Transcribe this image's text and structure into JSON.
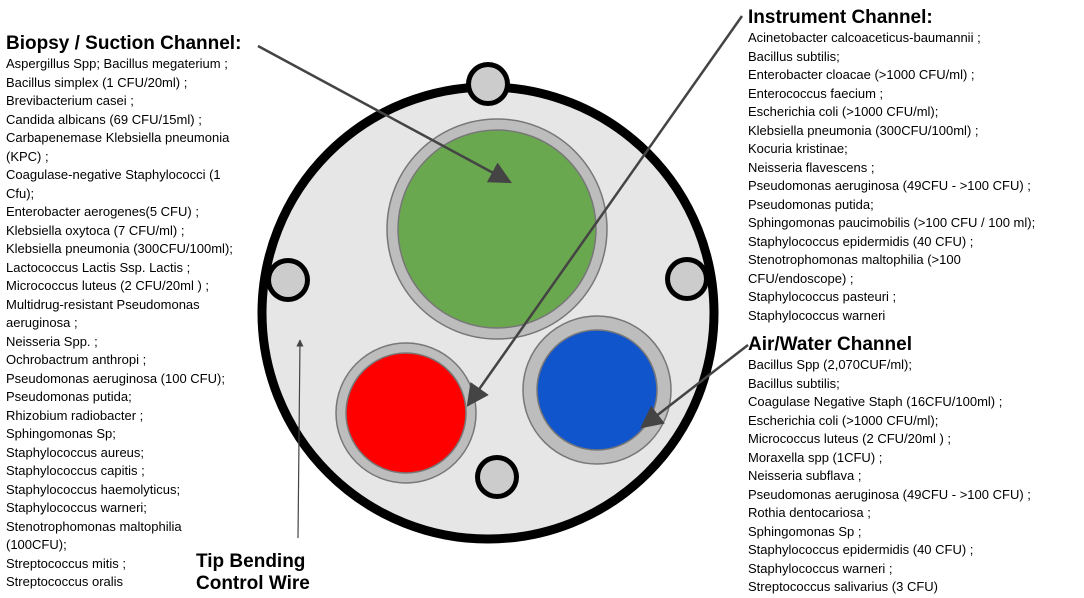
{
  "colors": {
    "endoscope_body": "#e6e6e6",
    "outline": "#000000",
    "channel_ring": "#bdbdbd",
    "biopsy_channel": "#6aa84f",
    "instrument_channel": "#ff0000",
    "air_water_channel": "#1155cc",
    "small_port": "#cccccc",
    "arrow": "#444444"
  },
  "biopsy": {
    "title": "Biopsy / Suction Channel:",
    "items": [
      "Aspergillus Spp; Bacillus megaterium ;",
      "Bacillus simplex (1 CFU/20ml) ;",
      "Brevibacterium casei ;",
      " Candida albicans (69 CFU/15ml) ;",
      "Carbapenemase Klebsiella pneumonia",
      "(KPC) ;",
      "Coagulase-negative Staphylococci (1",
      "Cfu);",
      "Enterobacter aerogenes(5 CFU) ;",
      "Klebsiella oxytoca (7 CFU/ml) ;",
      "Klebsiella pneumonia (300CFU/100ml);",
      "Lactococcus Lactis Ssp. Lactis ;",
      "Micrococcus luteus (2 CFU/20ml ) ;",
      "Multidrug-resistant Pseudomonas",
      "aeruginosa ;",
      "Neisseria  Spp. ;",
      "Ochrobactrum anthropi ;",
      "Pseudomonas aeruginosa (100 CFU);",
      "Pseudomonas putida;",
      "Rhizobium radiobacter ;",
      "Sphingomonas Sp;",
      "Staphylococcus aureus;",
      "Staphylococcus capitis ;",
      " Staphylococcus haemolyticus;",
      "Staphylococcus warneri;",
      "Stenotrophomonas maltophilia",
      "(100CFU);",
      "Streptococcus mitis ;",
      "Streptococcus oralis"
    ]
  },
  "instrument": {
    "title": "Instrument Channel:",
    "items": [
      "Acinetobacter calcoaceticus-baumannii ;",
      "Bacillus subtilis;",
      "Enterobacter cloacae (>1000 CFU/ml) ;",
      "Enterococcus faecium ;",
      "Escherichia coli (>1000 CFU/ml);",
      "Klebsiella pneumonia (300CFU/100ml) ;",
      "Kocuria kristinae;",
      "Neisseria flavescens ;",
      "Pseudomonas aeruginosa (49CFU - >100 CFU) ;",
      "Pseudomonas putida;",
      "Sphingomonas paucimobilis (>100 CFU / 100 ml);",
      "Staphylococcus epidermidis  (40 CFU) ;",
      "Stenotrophomonas maltophilia (>100",
      "CFU/endoscope) ;",
      "Staphylococcus pasteuri ;",
      "Staphylococcus warneri"
    ]
  },
  "airwater": {
    "title": "Air/Water Channel",
    "items": [
      "Bacillus Spp (2,070CUF/ml);",
      "Bacillus subtilis;",
      "Coagulase Negative Staph (16CFU/100ml) ;",
      "Escherichia coli (>1000 CFU/ml);",
      "Micrococcus luteus (2 CFU/20ml ) ;",
      "Moraxella spp (1CFU) ;",
      "Neisseria subflava ;",
      "Pseudomonas aeruginosa (49CFU - >100 CFU) ;",
      "Rothia dentocariosa ;",
      "Sphingomonas Sp ;",
      "Staphylococcus epidermidis  (40 CFU) ;",
      "Staphylococcus warneri ;",
      "Streptococcus salivarius  (3 CFU)"
    ]
  },
  "wire": {
    "title_line1": "Tip Bending",
    "title_line2": "Control Wire"
  }
}
